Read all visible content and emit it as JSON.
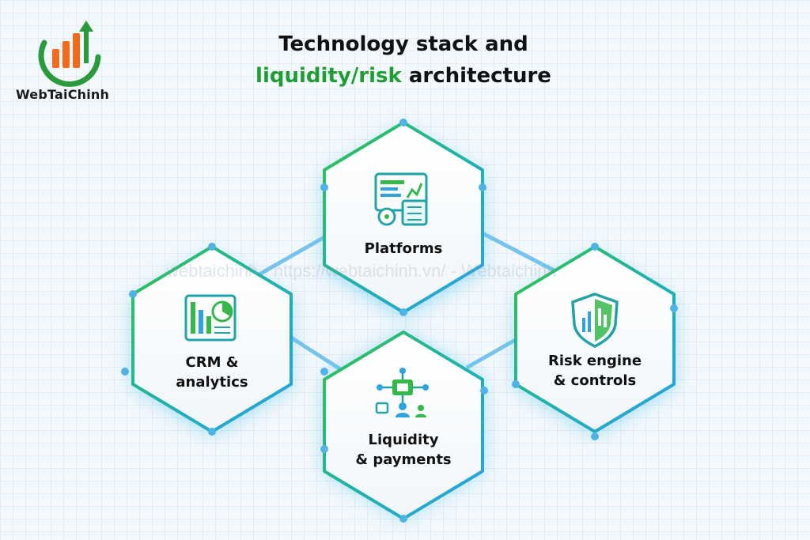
{
  "brand": {
    "name": "WebTaiChinh"
  },
  "title": {
    "line1": "Technology stack and",
    "line2_green": "liquidity/risk",
    "line2_rest": " architecture"
  },
  "watermark": "webtaichinh - https://webtaichinh.vn/ - Webtaichinh",
  "nodes": [
    {
      "id": "platforms",
      "label": "Platforms",
      "icon": "dashboard-icon"
    },
    {
      "id": "crm",
      "label_line1": "CRM &",
      "label_line2": "analytics",
      "icon": "analytics-icon"
    },
    {
      "id": "risk",
      "label_line1": "Risk engine",
      "label_line2": "& controls",
      "icon": "shield-icon"
    },
    {
      "id": "liquidity",
      "label_line1": "Liquidity",
      "label_line2": "& payments",
      "icon": "network-icon"
    }
  ],
  "colors": {
    "green": "#1e9e32",
    "blue": "#2fa3e0",
    "teal": "#16a39a"
  }
}
